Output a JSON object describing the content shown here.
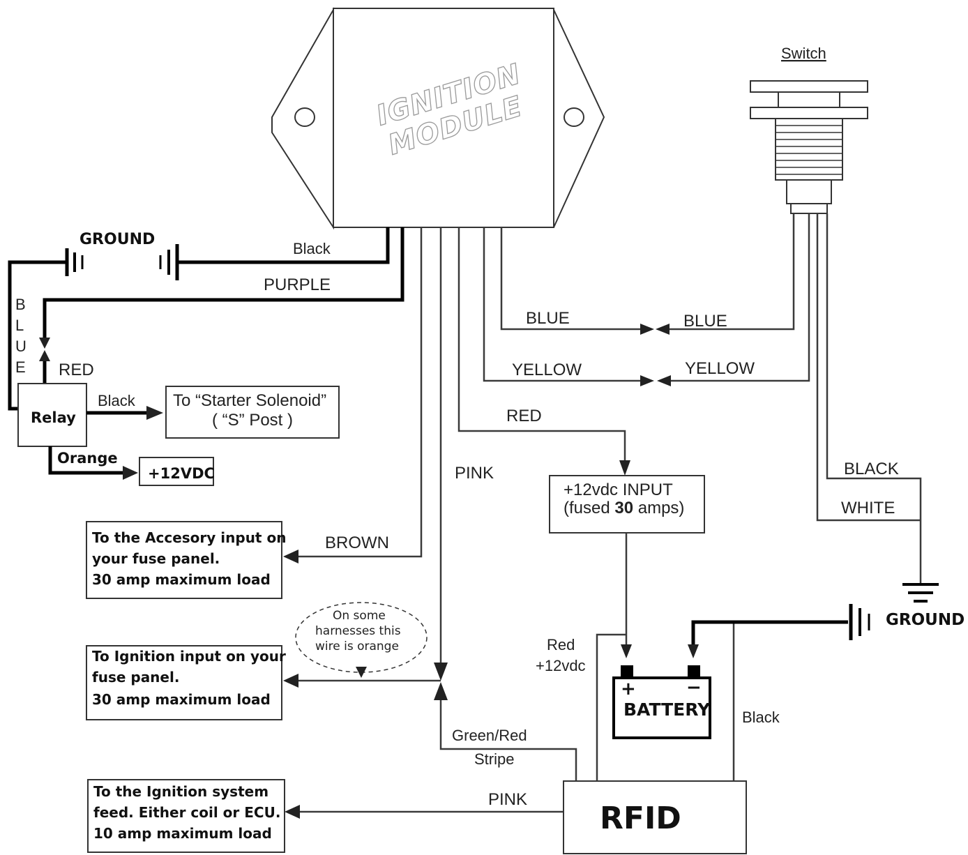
{
  "module": {
    "line1": "IGNITION",
    "line2": "MODULE"
  },
  "switch": {
    "title": "Switch"
  },
  "ground_left": "GROUND",
  "ground_right": "GROUND",
  "relay": {
    "label": "Relay",
    "side_letters": [
      "B",
      "L",
      "U",
      "E"
    ],
    "red": "RED",
    "black": "Black",
    "orange": "Orange"
  },
  "starter_box": {
    "line1": "To “Starter Solenoid”",
    "line2": "( “S” Post )"
  },
  "vdc_box": "+12VDC",
  "wires": {
    "black": "Black",
    "purple": "PURPLE",
    "blue_left": "BLUE",
    "blue_right": "BLUE",
    "yellow_left": "YELLOW",
    "yellow_right": "YELLOW",
    "red": "RED",
    "pink_top": "PINK",
    "brown": "BROWN",
    "black_switch": "BLACK",
    "white_switch": "WHITE",
    "red_battery_1": "Red",
    "red_battery_2": "+12vdc",
    "black_battery": "Black",
    "green_red_1": "Green/Red",
    "green_red_2": "Stripe",
    "pink_bottom": "PINK"
  },
  "input_box": {
    "line1": "+12vdc INPUT",
    "line2_pre": "(fused ",
    "line2_num": "30",
    "line2_post": " amps)"
  },
  "accessory_box": {
    "line1": "To the Accesory input on",
    "line2": "your fuse panel.",
    "line3": "30  amp maximum load"
  },
  "ignition_box": {
    "line1": "To Ignition input on your",
    "line2": "fuse panel.",
    "line3": "30  amp maximum load"
  },
  "system_box": {
    "line1": "To the Ignition system",
    "line2": "feed. Either coil or ECU.",
    "line3": "10 amp maximum load"
  },
  "note": {
    "line1": "On some",
    "line2": "harnesses this",
    "line3": "wire is orange"
  },
  "battery": {
    "label": "BATTERY",
    "plus": "+",
    "minus": "−"
  },
  "rfid": "RFID"
}
